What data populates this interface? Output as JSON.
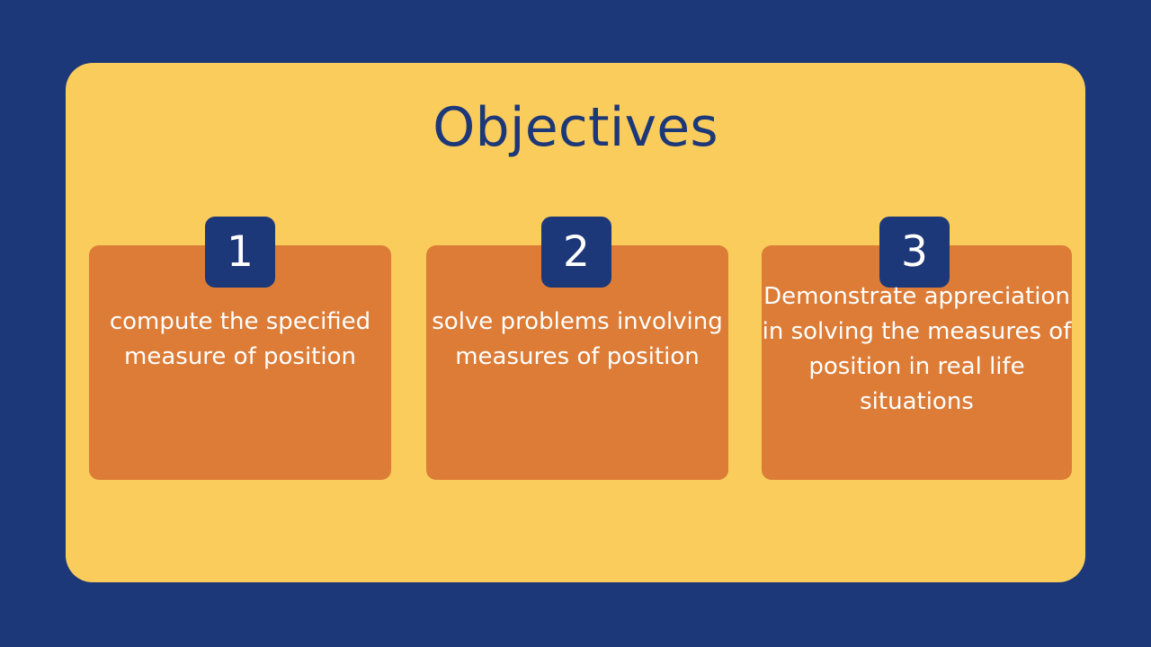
{
  "slide": {
    "title": "Objectives",
    "background_color": "#1d3878",
    "panel_color": "#f9cc5c",
    "card_color": "#dc7c37",
    "badge_color": "#1d3878",
    "title_color": "#1d3878",
    "card_text_color": "#ffffff"
  },
  "objectives": [
    {
      "number": "1",
      "text": "compute the specified measure of position"
    },
    {
      "number": "2",
      "text": "solve problems involving measures of position"
    },
    {
      "number": "3",
      "text": "Demonstrate appreciation in solving the measures of position in real life situations"
    }
  ]
}
